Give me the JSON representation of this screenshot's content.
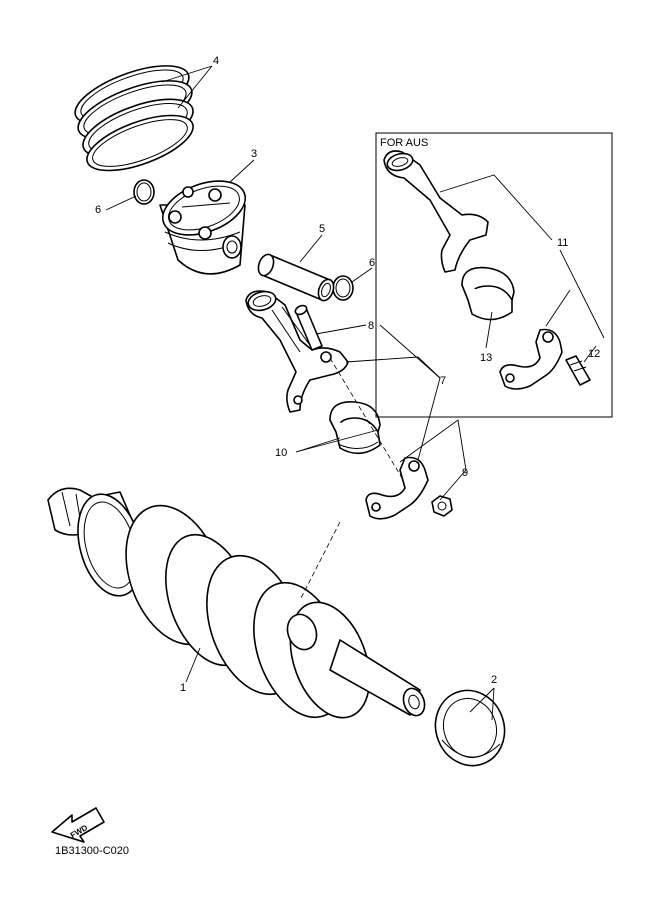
{
  "diagram": {
    "callouts": {
      "c1": "1",
      "c2": "2",
      "c3": "3",
      "c4": "4",
      "c5": "5",
      "c6a": "6",
      "c6b": "6",
      "c7": "7",
      "c8": "8",
      "c9": "9",
      "c10": "10",
      "c11": "11",
      "c12": "12",
      "c13": "13"
    },
    "inset_label": "FOR AUS",
    "fwd_label": "FWD",
    "drawing_code": "1B31300-C020"
  }
}
